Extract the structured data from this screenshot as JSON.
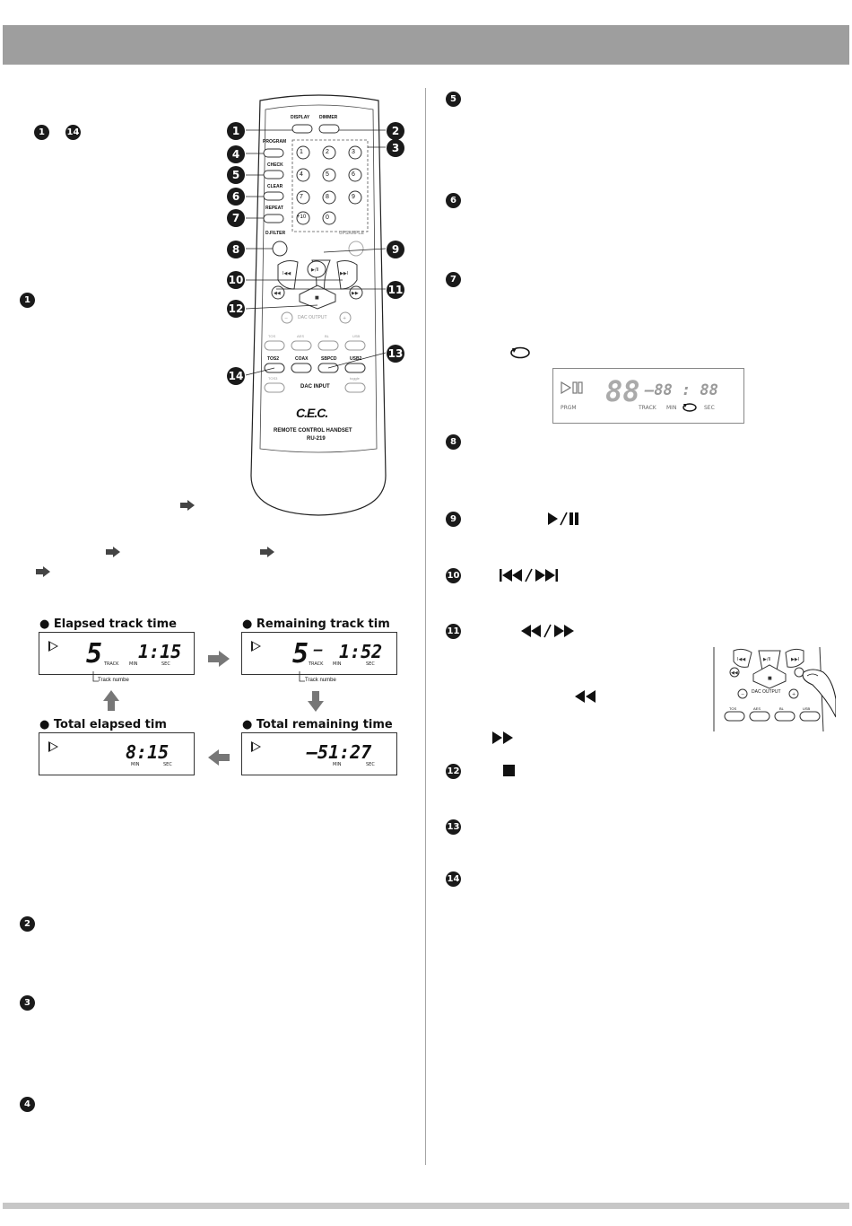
{
  "remote": {
    "btn_display": "DISPLAY",
    "btn_dimmer": "DIMMER",
    "btn_program": "PROGRAM",
    "btn_check": "CHECK",
    "btn_clear": "CLEAR",
    "btn_repeat": "REPEAT",
    "btn_dfilter": "D.FILTER",
    "btn_upsample": "UPSAMPLE",
    "digits": [
      "1",
      "2",
      "3",
      "4",
      "5",
      "6",
      "7",
      "8",
      "9",
      "+10",
      "0"
    ],
    "dac_output": "DAC OUTPUT",
    "inputs_top": [
      "TOS",
      "AES",
      "BL",
      "USB"
    ],
    "inputs_mid": [
      "TOS2",
      "COAX",
      "SBPCD",
      "USB2"
    ],
    "inputs_bot": [
      "TOS3",
      "",
      "",
      "toggle"
    ],
    "dac_input": "DAC INPUT",
    "brand": "C.E.C.",
    "model_line": "REMOTE CONTROL HANDSET",
    "model": "RU-219"
  },
  "callouts": [
    "1",
    "2",
    "3",
    "4",
    "5",
    "6",
    "7",
    "8",
    "9",
    "10",
    "11",
    "12",
    "13",
    "14"
  ],
  "intro_range": [
    "1",
    "14"
  ],
  "displays": {
    "elapsed_track": {
      "title": "Elapsed track time",
      "track": "5",
      "time": "1:15",
      "label_track": "TRACK",
      "label_min": "MIN",
      "label_sec": "SEC",
      "note": "Track numbe"
    },
    "remaining_track": {
      "title": "Remaining track tim",
      "track": "5",
      "dash": "–",
      "time": "1:52",
      "label_track": "TRACK",
      "label_min": "MIN",
      "label_sec": "SEC",
      "note": "Track numbe"
    },
    "total_elapsed": {
      "title": "Total elapsed tim",
      "time": "8:15",
      "label_min": "MIN",
      "label_sec": "SEC"
    },
    "total_remaining": {
      "title": "Total remaining time",
      "time": "–51:27",
      "label_min": "MIN",
      "label_sec": "SEC"
    }
  },
  "repeat_display": {
    "digits": "88",
    "time": "–88 : 88",
    "prgm": "PRGM",
    "track": "TRACK",
    "min": "MIN",
    "sec": "SEC"
  },
  "mini_remote": {
    "dac_output": "DAC OUTPUT",
    "inputs": [
      "TOS",
      "AES",
      "BL",
      "USB"
    ]
  },
  "icons": [
    "play-pause-icon",
    "skip-prev-next-icon",
    "rewind-forward-icon",
    "stop-icon",
    "repeat-icon",
    "right-arrow-icon"
  ],
  "colors": {
    "header": "#9e9e9e",
    "footer": "#c7c7c7",
    "badge": "#1a1a1a"
  }
}
